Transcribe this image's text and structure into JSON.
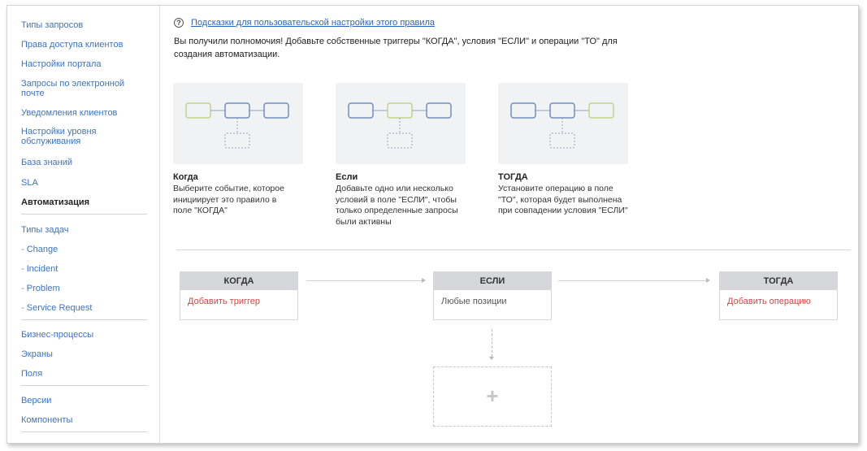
{
  "sidebar": {
    "items": [
      {
        "label": "Типы запросов",
        "name": "sidebar-item-request-types"
      },
      {
        "label": "Права доступа клиентов",
        "name": "sidebar-item-customer-permissions"
      },
      {
        "label": "Настройки портала",
        "name": "sidebar-item-portal-settings"
      },
      {
        "label": "Запросы по электронной почте",
        "name": "sidebar-item-email-requests"
      },
      {
        "label": "Уведомления клиентов",
        "name": "sidebar-item-customer-notifications"
      },
      {
        "label": "Настройки уровня обслуживания",
        "name": "sidebar-item-service-level-settings"
      },
      {
        "label": "База знаний",
        "name": "sidebar-item-knowledge-base"
      },
      {
        "label": "SLA",
        "name": "sidebar-item-sla"
      },
      {
        "label": "Автоматизация",
        "name": "sidebar-item-automation"
      },
      {
        "label": "Типы задач",
        "name": "sidebar-item-issue-types"
      },
      {
        "label": "Change",
        "name": "sidebar-item-change"
      },
      {
        "label": "Incident",
        "name": "sidebar-item-incident"
      },
      {
        "label": "Problem",
        "name": "sidebar-item-problem"
      },
      {
        "label": "Service Request",
        "name": "sidebar-item-service-request"
      },
      {
        "label": "Бизнес-процессы",
        "name": "sidebar-item-workflows"
      },
      {
        "label": "Экраны",
        "name": "sidebar-item-screens"
      },
      {
        "label": "Поля",
        "name": "sidebar-item-fields"
      },
      {
        "label": "Версии",
        "name": "sidebar-item-versions"
      },
      {
        "label": "Компоненты",
        "name": "sidebar-item-components"
      }
    ],
    "active": "Автоматизация"
  },
  "main": {
    "help_icon": "question-circle-icon",
    "help_link": "Подсказки для пользовательской настройки этого правила",
    "intro": "Вы получили полномочия! Добавьте собственные триггеры \"КОГДА\", условия \"ЕСЛИ\" и операции \"ТО\" для создания автоматизации.",
    "cards": [
      {
        "title": "Когда",
        "desc": "Выберите событие, которое инициирует это правило в поле \"КОГДА\""
      },
      {
        "title": "Если",
        "desc": "Добавьте одно или несколько условий в поле \"ЕСЛИ\", чтобы только определенные запросы были активны"
      },
      {
        "title": "ТОГДА",
        "desc": "Установите операцию в поле \"ТО\", которая будет выполнена при совпадении условия \"ЕСЛИ\""
      }
    ],
    "flow": {
      "when": {
        "header": "КОГДА",
        "action": "Добавить триггер"
      },
      "if": {
        "header": "ЕСЛИ",
        "value": "Любые позиции"
      },
      "then": {
        "header": "ТОГДА",
        "action": "Добавить операцию"
      },
      "add_icon": "plus-icon"
    },
    "colors": {
      "link": "#3a74c7",
      "action_red": "#d9433e",
      "node_green": "#c5d28a",
      "node_blue": "#6f8fbf"
    }
  }
}
